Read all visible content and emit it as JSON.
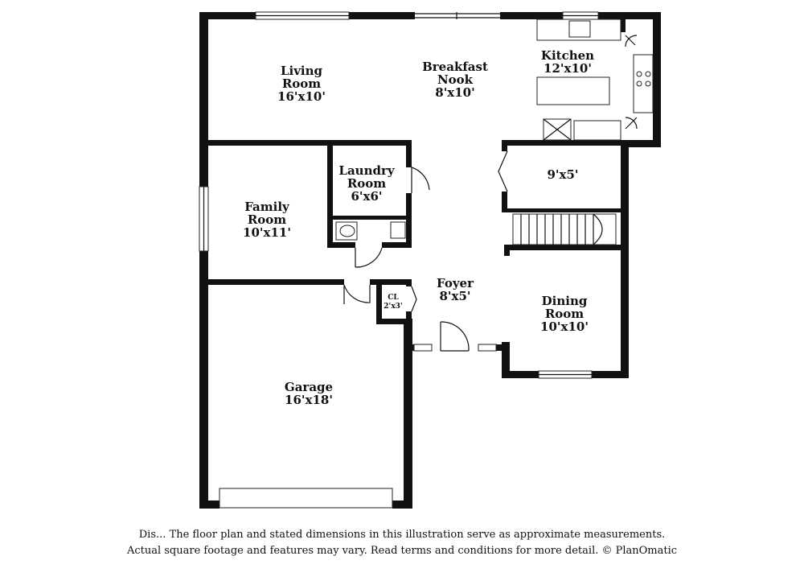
{
  "rooms": {
    "living": {
      "name_line1": "Living",
      "name_line2": "Room",
      "size": "16'x10'"
    },
    "breakfast": {
      "name_line1": "Breakfast",
      "name_line2": "Nook",
      "size": "8'x10'"
    },
    "kitchen": {
      "name": "Kitchen",
      "size": "12'x10'"
    },
    "laundry": {
      "name_line1": "Laundry",
      "name_line2": "Room",
      "size": "6'x6'"
    },
    "storage": {
      "size": "9'x5'"
    },
    "family": {
      "name_line1": "Family",
      "name_line2": "Room",
      "size": "10'x11'"
    },
    "foyer": {
      "name": "Foyer",
      "size": "8'x5'"
    },
    "closet": {
      "name": "CL",
      "size": "2'x3'"
    },
    "dining": {
      "name_line1": "Dining",
      "name_line2": "Room",
      "size": "10'x10'"
    },
    "garage": {
      "name": "Garage",
      "size": "16'x18'"
    }
  },
  "disclaimer": {
    "line1": "Dis... The floor plan and stated dimensions in this illustration serve as approximate measurements.",
    "line2": "Actual square footage and features may vary. Read terms and conditions for more detail. © PlanOmatic"
  }
}
